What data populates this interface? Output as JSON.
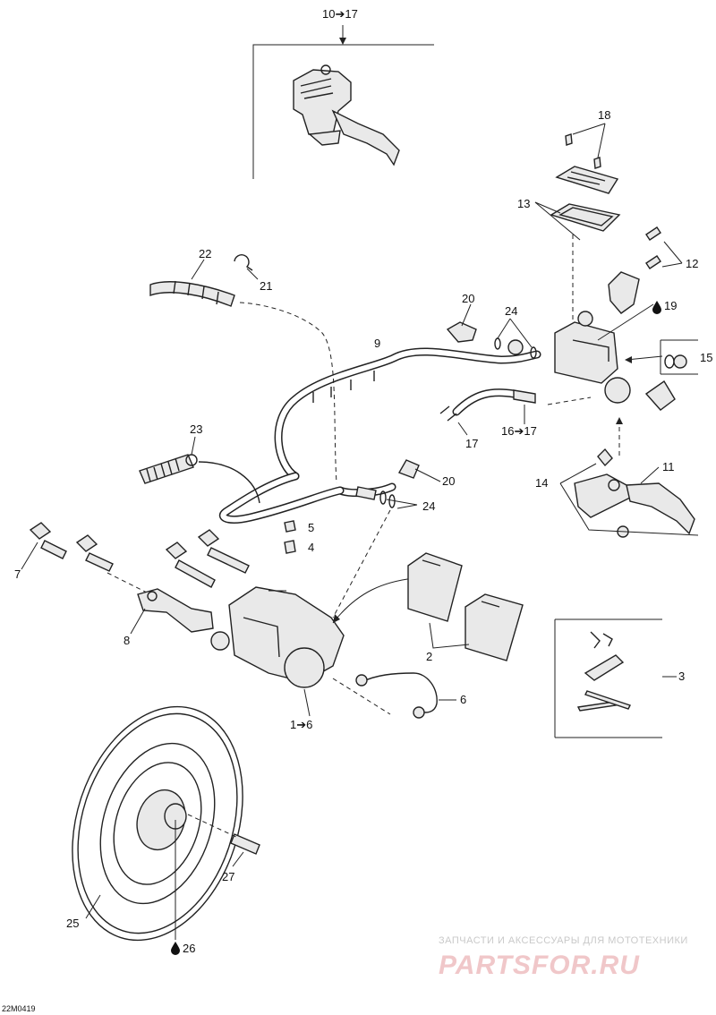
{
  "drawing_code": "22M0419",
  "watermark": {
    "line": "ЗАПЧАСТИ И АКСЕССУАРЫ ДЛЯ МОТОТЕХНИКИ",
    "brand": "PARTSFOR.RU"
  },
  "callouts": {
    "c10_17": "10➔17",
    "c18": "18",
    "c13": "13",
    "c12": "12",
    "c22": "22",
    "c21": "21",
    "c20a": "20",
    "c24a": "24",
    "c19": "19",
    "c9": "9",
    "c15": "15",
    "c17": "17",
    "c16_17": "16➔17",
    "c23": "23",
    "c20b": "20",
    "c24b": "24",
    "c14": "14",
    "c11": "11",
    "c5": "5",
    "c4": "4",
    "c7": "7",
    "c8": "8",
    "c2": "2",
    "c3": "3",
    "c6": "6",
    "c1_6": "1➔6",
    "c27": "27",
    "c25": "25",
    "c26": "26"
  }
}
